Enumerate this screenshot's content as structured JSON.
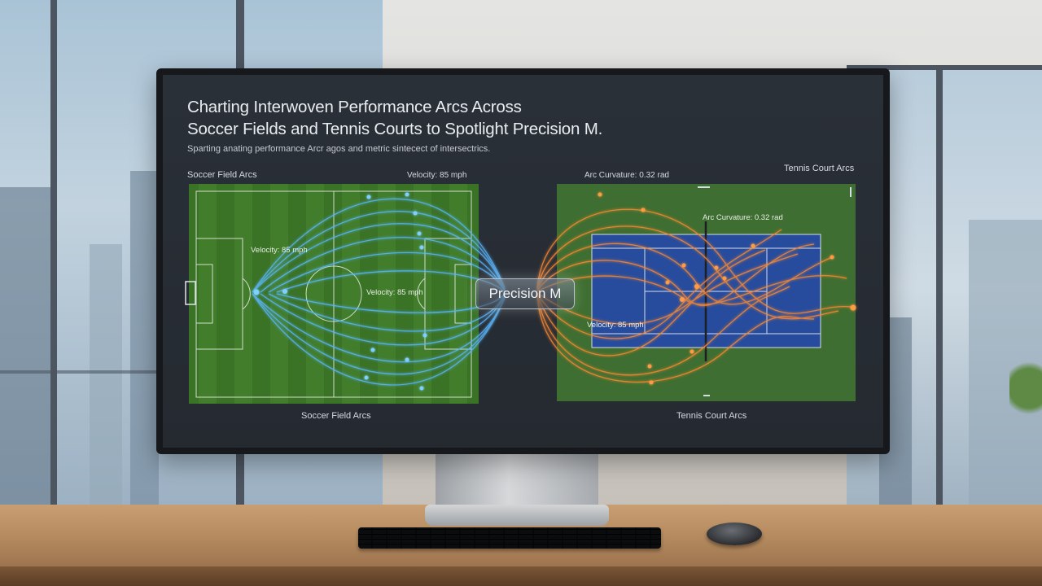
{
  "dashboard": {
    "title_line1": "Charting Interwoven Performance Arcs Across",
    "title_line2": "Soccer Fields and Tennis Courts to Spotlight Precision M.",
    "subtitle": "Sparting anating performance Arcr agos and metric sintecect of intersectrics."
  },
  "soccer": {
    "header": "Soccer Field Arcs",
    "velocity_header": "Velocity: 85 mph",
    "field_label_1": "Velocity: 85 mph",
    "field_label_2": "Velocity: 85 mph",
    "footer": "Soccer Field Arcs"
  },
  "tennis": {
    "header": "Tennis Court Arcs",
    "curvature_header": "Arc Curvature: 0.32 rad",
    "court_label_1": "Arc Curvature: 0.32 rad",
    "court_label_2": "Velocity: 85 mph",
    "footer": "Tennis Court Arcs"
  },
  "center": {
    "label": "Precision M"
  },
  "colors": {
    "soccer_arc": "#5ab8ff",
    "tennis_arc": "#ff8a30",
    "pitch": "#3f7a2a",
    "court": "#24489a",
    "court_surround": "#3f6f2f"
  }
}
